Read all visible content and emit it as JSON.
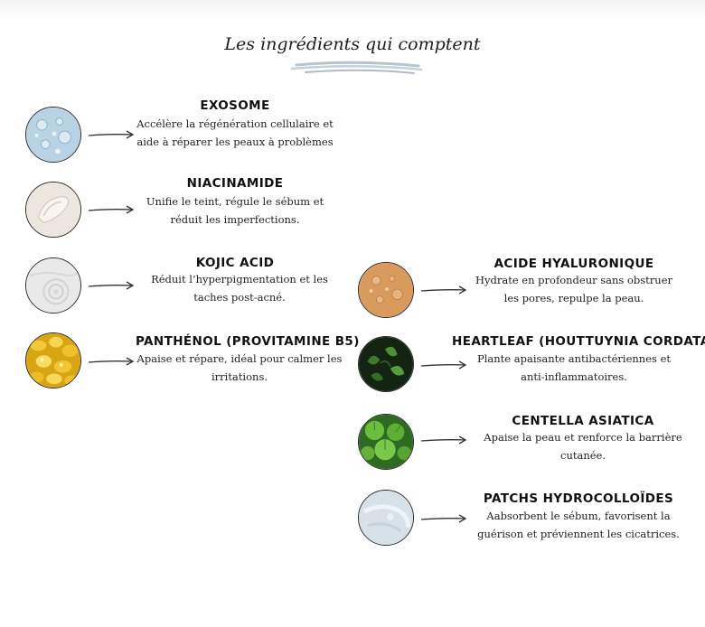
{
  "title": "Les ingrédients qui comptent",
  "ingredients": [
    {
      "name": "EXOSOME",
      "line1": "Accélère la régénération cellulaire et",
      "line2": "aide à réparer les peaux à problèmes"
    },
    {
      "name": "NIACINAMIDE",
      "line1": "Unifie le teint, régule le sébum et",
      "line2": "réduit les imperfections."
    },
    {
      "name": "KOJIC ACID",
      "line1": "Réduit l’hyperpigmentation et les",
      "line2": "taches post-acné."
    },
    {
      "name": "PANTHÉNOL (PROVITAMINE B5)",
      "line1": "Apaise et répare, idéal pour calmer les",
      "line2": "irritations."
    },
    {
      "name": "ACIDE HYALURONIQUE",
      "line1": "Hydrate en profondeur sans obstruer",
      "line2": "les pores, repulpe la peau."
    },
    {
      "name": "HEARTLEAF (HOUTTUYNIA CORDATA)",
      "line1": "Plante apaisante antibactériennes et",
      "line2": "anti-inflammatoires."
    },
    {
      "name": "CENTELLA ASIATICA",
      "line1": "Apaise la peau et renforce la barrière",
      "line2": "cutanée."
    },
    {
      "name": "PATCHS HYDROCOLLOÏDES",
      "line1": "Aabsorbent le sébum, favorisent la",
      "line2": "guérison et préviennent les cicatrices."
    }
  ],
  "images": {
    "exosome": "water-droplets-texture",
    "niacinamide": "cream-swatch",
    "kojic_acid": "white-cream-swirl",
    "panthenol": "golden-capsules",
    "hyaluronic": "orange-serum-bubbles",
    "heartleaf": "heartleaf-plant",
    "centella": "centella-leaves",
    "patchs": "clear-gel-patch"
  }
}
